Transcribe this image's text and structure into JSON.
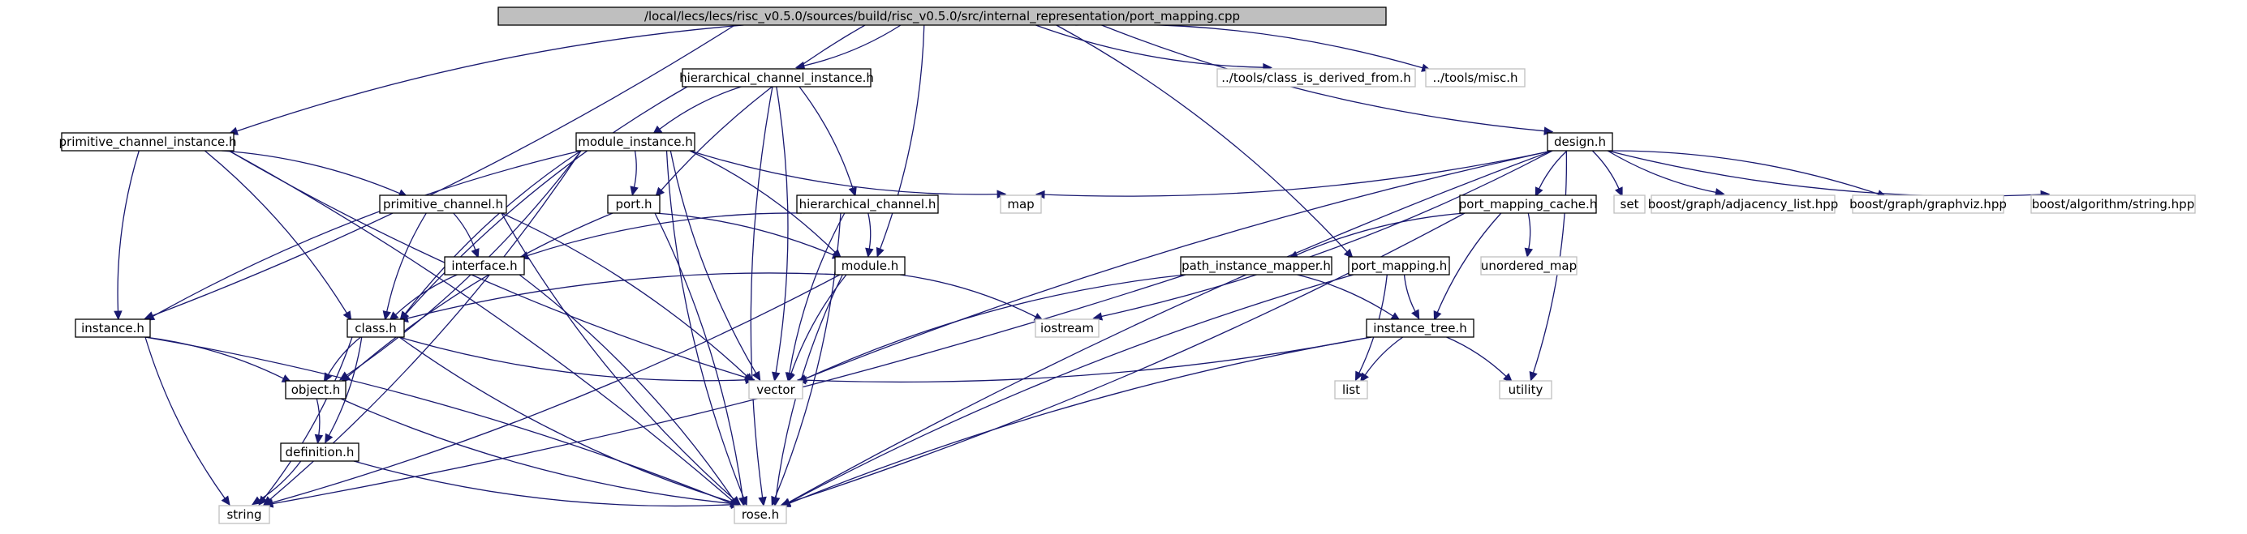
{
  "graph": {
    "edge_color": "#191970",
    "root_fill": "#bfbfbf",
    "nodes": [
      {
        "id": "root",
        "label": "/local/lecs/lecs/risc_v0.5.0/sources/build/risc_v0.5.0/src/internal_representation/port_mapping.cpp",
        "kind": "root"
      },
      {
        "id": "hci",
        "label": "hierarchical_channel_instance.h",
        "kind": "project"
      },
      {
        "id": "cid",
        "label": "../tools/class_is_derived_from.h",
        "kind": "external"
      },
      {
        "id": "misc",
        "label": "../tools/misc.h",
        "kind": "external"
      },
      {
        "id": "pci",
        "label": "primitive_channel_instance.h",
        "kind": "project"
      },
      {
        "id": "mi",
        "label": "module_instance.h",
        "kind": "project"
      },
      {
        "id": "design",
        "label": "design.h",
        "kind": "project"
      },
      {
        "id": "pc",
        "label": "primitive_channel.h",
        "kind": "project"
      },
      {
        "id": "port",
        "label": "port.h",
        "kind": "project"
      },
      {
        "id": "map",
        "label": "map",
        "kind": "external"
      },
      {
        "id": "hc",
        "label": "hierarchical_channel.h",
        "kind": "project"
      },
      {
        "id": "pmc",
        "label": "port_mapping_cache.h",
        "kind": "project"
      },
      {
        "id": "set",
        "label": "set",
        "kind": "external"
      },
      {
        "id": "adj",
        "label": "boost/graph/adjacency_list.hpp",
        "kind": "external"
      },
      {
        "id": "gv",
        "label": "boost/graph/graphviz.hpp",
        "kind": "external"
      },
      {
        "id": "algo",
        "label": "boost/algorithm/string.hpp",
        "kind": "external"
      },
      {
        "id": "iface",
        "label": "interface.h",
        "kind": "project"
      },
      {
        "id": "module",
        "label": "module.h",
        "kind": "project"
      },
      {
        "id": "pim",
        "label": "path_instance_mapper.h",
        "kind": "project"
      },
      {
        "id": "pmh",
        "label": "port_mapping.h",
        "kind": "project"
      },
      {
        "id": "umap",
        "label": "unordered_map",
        "kind": "external"
      },
      {
        "id": "inst",
        "label": "instance.h",
        "kind": "project"
      },
      {
        "id": "class",
        "label": "class.h",
        "kind": "project"
      },
      {
        "id": "iostream",
        "label": "iostream",
        "kind": "external"
      },
      {
        "id": "itree",
        "label": "instance_tree.h",
        "kind": "project"
      },
      {
        "id": "object",
        "label": "object.h",
        "kind": "project"
      },
      {
        "id": "vector",
        "label": "vector",
        "kind": "external"
      },
      {
        "id": "list",
        "label": "list",
        "kind": "external"
      },
      {
        "id": "utility",
        "label": "utility",
        "kind": "external"
      },
      {
        "id": "def",
        "label": "definition.h",
        "kind": "project"
      },
      {
        "id": "string",
        "label": "string",
        "kind": "external"
      },
      {
        "id": "rose",
        "label": "rose.h",
        "kind": "external"
      }
    ],
    "edges": [
      [
        "root",
        "hci"
      ],
      [
        "root",
        "cid"
      ],
      [
        "root",
        "misc"
      ],
      [
        "root",
        "pci"
      ],
      [
        "root",
        "inst"
      ],
      [
        "root",
        "port"
      ],
      [
        "root",
        "module"
      ],
      [
        "root",
        "design"
      ],
      [
        "root",
        "pmh"
      ],
      [
        "hci",
        "mi"
      ],
      [
        "hci",
        "hc"
      ],
      [
        "hci",
        "class"
      ],
      [
        "hci",
        "vector"
      ],
      [
        "hci",
        "rose"
      ],
      [
        "pci",
        "pc"
      ],
      [
        "pci",
        "inst"
      ],
      [
        "pci",
        "class"
      ],
      [
        "pci",
        "vector"
      ],
      [
        "pci",
        "rose"
      ],
      [
        "mi",
        "inst"
      ],
      [
        "mi",
        "port"
      ],
      [
        "mi",
        "map"
      ],
      [
        "mi",
        "module"
      ],
      [
        "mi",
        "class"
      ],
      [
        "mi",
        "object"
      ],
      [
        "mi",
        "vector"
      ],
      [
        "mi",
        "string"
      ],
      [
        "mi",
        "rose"
      ],
      [
        "design",
        "map"
      ],
      [
        "design",
        "pmc"
      ],
      [
        "design",
        "set"
      ],
      [
        "design",
        "adj"
      ],
      [
        "design",
        "gv"
      ],
      [
        "design",
        "algo"
      ],
      [
        "design",
        "iostream"
      ],
      [
        "design",
        "vector"
      ],
      [
        "design",
        "utility"
      ],
      [
        "design",
        "rose"
      ],
      [
        "pc",
        "iface"
      ],
      [
        "pc",
        "class"
      ],
      [
        "pc",
        "vector"
      ],
      [
        "pc",
        "rose"
      ],
      [
        "port",
        "module"
      ],
      [
        "port",
        "object"
      ],
      [
        "port",
        "rose"
      ],
      [
        "hc",
        "iface"
      ],
      [
        "hc",
        "module"
      ],
      [
        "hc",
        "vector"
      ],
      [
        "hc",
        "rose"
      ],
      [
        "pmc",
        "pim"
      ],
      [
        "pmc",
        "umap"
      ],
      [
        "pmc",
        "itree"
      ],
      [
        "pmc",
        "rose"
      ],
      [
        "iface",
        "class"
      ],
      [
        "iface",
        "rose"
      ],
      [
        "module",
        "class"
      ],
      [
        "module",
        "iostream"
      ],
      [
        "module",
        "vector"
      ],
      [
        "module",
        "string"
      ],
      [
        "module",
        "rose"
      ],
      [
        "pim",
        "itree"
      ],
      [
        "pim",
        "vector"
      ],
      [
        "pim",
        "string"
      ],
      [
        "pmh",
        "itree"
      ],
      [
        "pmh",
        "list"
      ],
      [
        "pmh",
        "rose"
      ],
      [
        "inst",
        "object"
      ],
      [
        "inst",
        "string"
      ],
      [
        "inst",
        "rose"
      ],
      [
        "class",
        "object"
      ],
      [
        "class",
        "def"
      ],
      [
        "class",
        "vector"
      ],
      [
        "class",
        "string"
      ],
      [
        "class",
        "rose"
      ],
      [
        "itree",
        "vector"
      ],
      [
        "itree",
        "list"
      ],
      [
        "itree",
        "utility"
      ],
      [
        "itree",
        "rose"
      ],
      [
        "object",
        "def"
      ],
      [
        "object",
        "rose"
      ],
      [
        "def",
        "string"
      ],
      [
        "def",
        "rose"
      ]
    ]
  }
}
